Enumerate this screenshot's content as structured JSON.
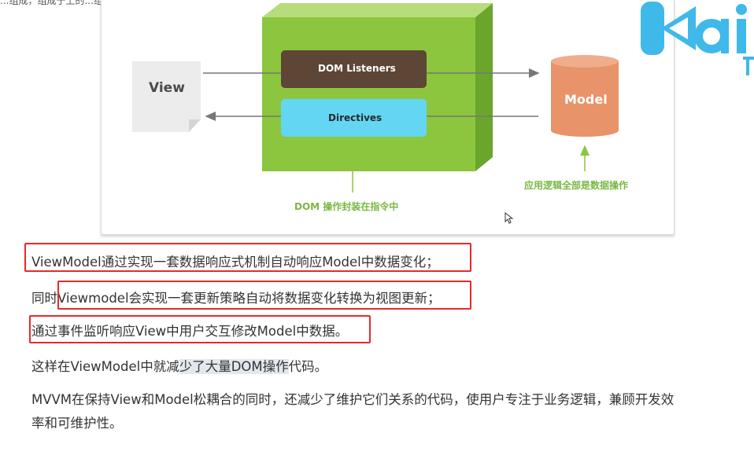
{
  "top_fragment": "...组成，组成于上的...组件",
  "diagram": {
    "view_label": "View",
    "dom_listeners_label": "DOM Listeners",
    "directives_label": "Directives",
    "model_label": "Model",
    "dom_caption": "DOM 操作封装在指令中",
    "model_caption": "应用逻辑全部是数据操作"
  },
  "logo": {
    "text": "kaike",
    "sub": "开"
  },
  "paragraphs": {
    "line1": "ViewModel通过实现一套数据响应式机制自动响应Model中数据变化；",
    "line2_prefix": "同时",
    "line2_rest": "Viewmodel会实现一套更新策略自动将数据变化转换为视图更新；",
    "line3": "通过事件监听响应View中用户交互修改Model中数据。",
    "line4_a": "这样在ViewModel中就减",
    "line4_b": "少了大量DOM操作",
    "line4_c": "代码。",
    "line5": "MVVM在保持View和Model松耦合的同时，还减少了维护它们关系的代码，使用户专注于业务逻辑，兼顾开发效",
    "line6": "率和可维护性。"
  },
  "colors": {
    "cube_green": "#8cc63e",
    "listeners_brown": "#5d4636",
    "directives_cyan": "#63d6f3",
    "model_orange": "#e8936a",
    "highlight_red": "#e52a2a",
    "logo_cyan": "#3fb8ea"
  }
}
